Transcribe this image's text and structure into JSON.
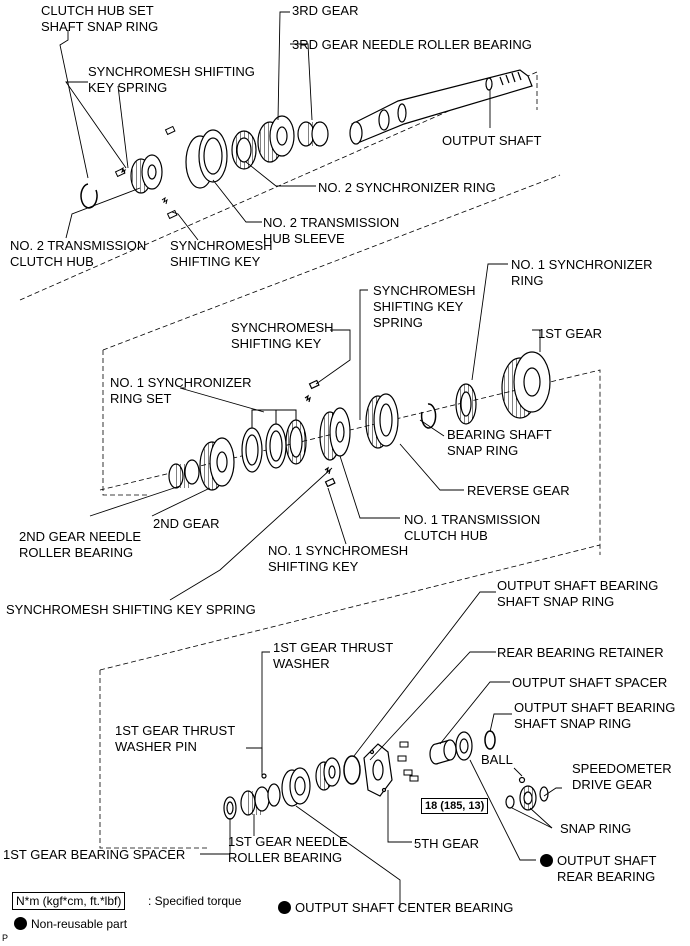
{
  "labels": {
    "clutch_hub_snap_ring": "CLUTCH HUB SET\nSHAFT SNAP RING",
    "gear3": "3RD GEAR",
    "gear3_bearing": "3RD GEAR NEEDLE ROLLER BEARING",
    "key_spring_top": "SYNCHROMESH SHIFTING\nKEY SPRING",
    "output_shaft": "OUTPUT SHAFT",
    "sync_ring2": "NO. 2 SYNCHRONIZER RING",
    "hub_sleeve2": "NO. 2 TRANSMISSION\nHUB SLEEVE",
    "clutch_hub2": "NO. 2 TRANSMISSION\nCLUTCH HUB",
    "key_top": "SYNCHROMESH\nSHIFTING KEY",
    "sync_ring1": "NO. 1 SYNCHRONIZER\nRING",
    "key_spring_mid": "SYNCHROMESH\nSHIFTING KEY\nSPRING",
    "key_mid": "SYNCHROMESH\nSHIFTING KEY",
    "gear1": "1ST GEAR",
    "sync_ring_set1": "NO. 1 SYNCHRONIZER\nRING SET",
    "bearing_snap_ring": "BEARING SHAFT\nSNAP RING",
    "reverse_gear": "REVERSE GEAR",
    "gear2_bearing": "2ND GEAR NEEDLE\nROLLER BEARING",
    "gear2": "2ND GEAR",
    "clutch_hub1": "NO. 1 TRANSMISSION\nCLUTCH HUB",
    "key1": "NO. 1 SYNCHROMESH\nSHIFTING KEY",
    "key_spring_bottom": "SYNCHROMESH SHIFTING KEY SPRING",
    "out_bearing_snap_ring_top": "OUTPUT SHAFT BEARING\nSHAFT SNAP RING",
    "rear_bearing_retainer": "REAR BEARING RETAINER",
    "gear1_thrust_washer": "1ST GEAR THRUST\nWASHER",
    "output_spacer": "OUTPUT SHAFT SPACER",
    "out_bearing_snap_ring_right": "OUTPUT SHAFT BEARING\nSHAFT SNAP RING",
    "washer_pin": "1ST GEAR THRUST\nWASHER PIN",
    "ball": "BALL",
    "speedo_gear": "SPEEDOMETER\nDRIVE GEAR",
    "snap_ring": "SNAP RING",
    "gear5": "5TH GEAR",
    "gear1_spacer": "1ST GEAR BEARING SPACER",
    "gear1_bearing": "1ST GEAR NEEDLE\nROLLER BEARING",
    "rear_bearing": "OUTPUT SHAFT\nREAR BEARING",
    "center_bearing": "OUTPUT SHAFT CENTER BEARING"
  },
  "torque": "18 (185, 13)",
  "legend": {
    "torque_box": "N*m (kgf*cm, ft.*lbf)",
    "torque_desc": ": Specified torque",
    "nonreusable": "Non-reusable part"
  },
  "corner": "P"
}
